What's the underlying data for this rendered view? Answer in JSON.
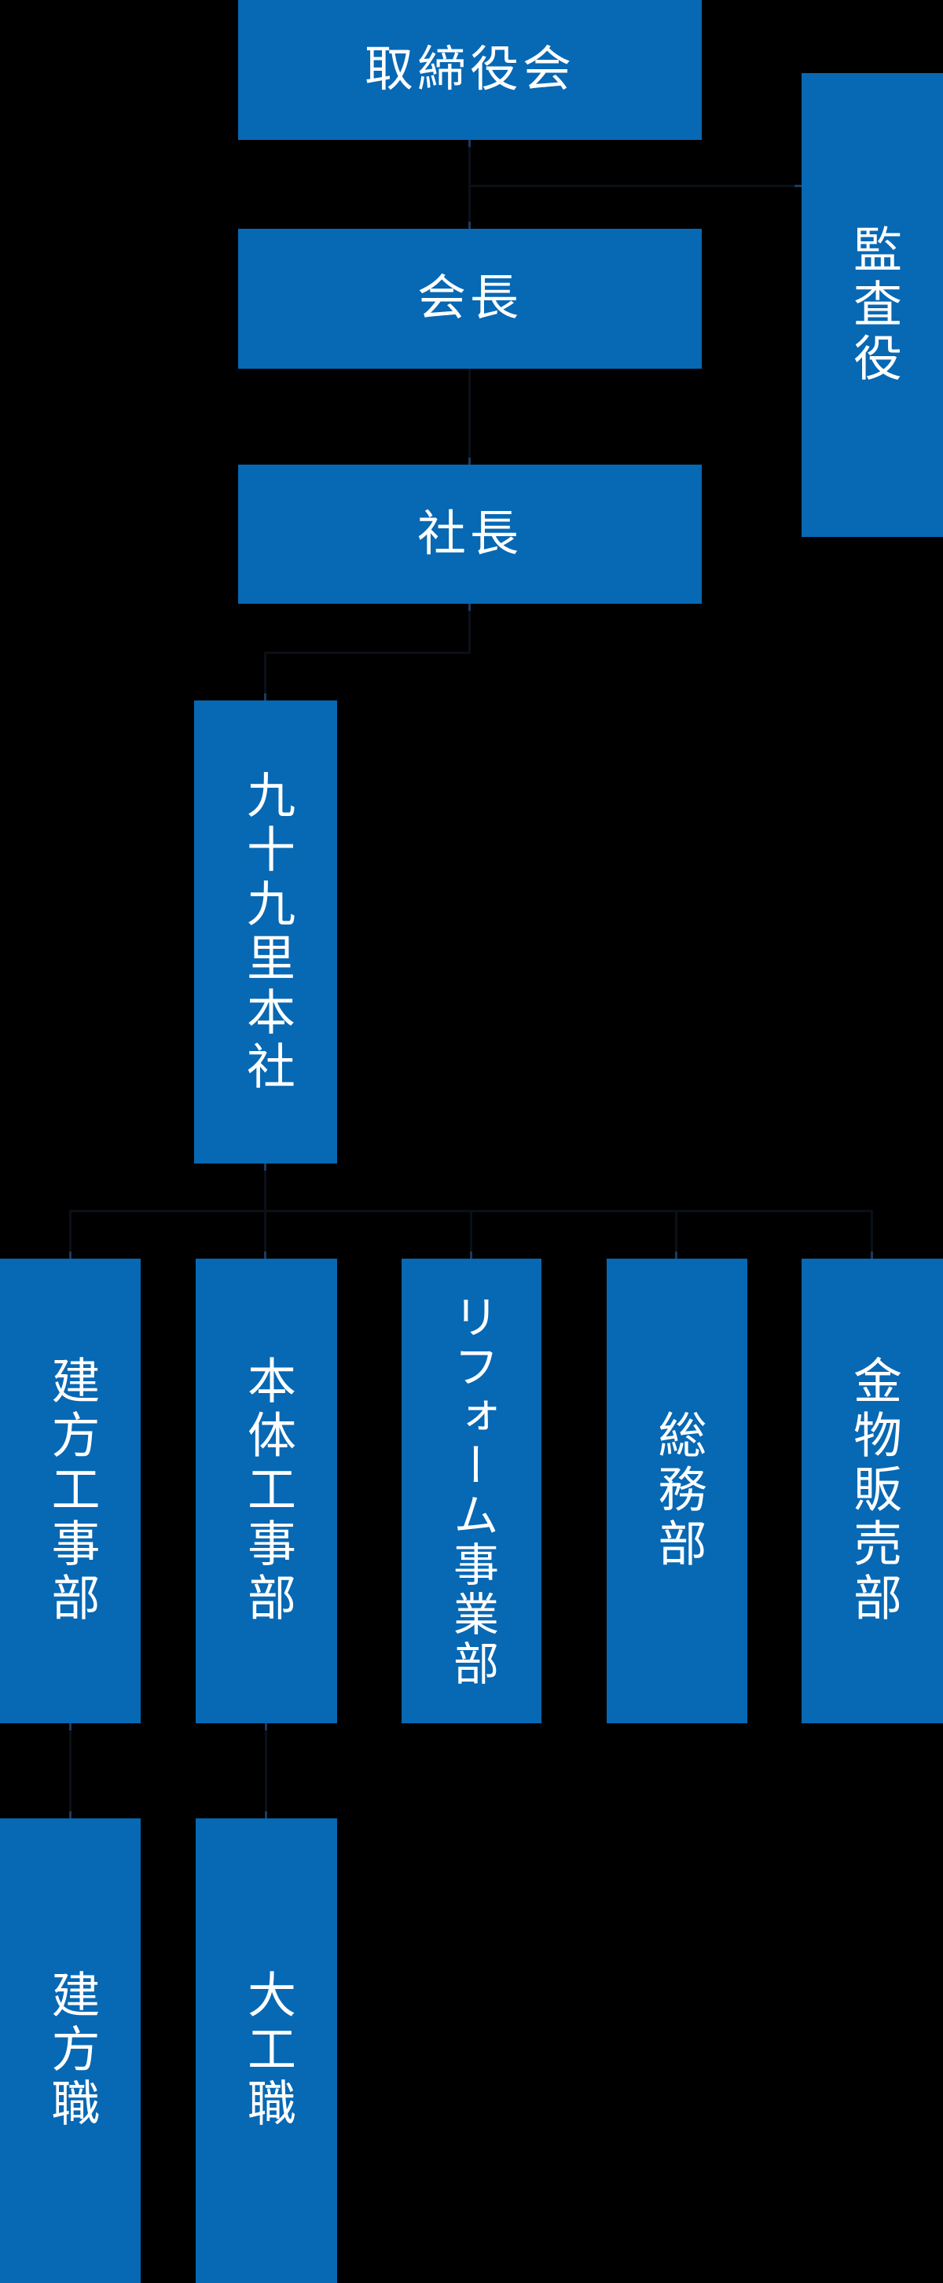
{
  "org_chart": {
    "type": "organization-chart",
    "colors": {
      "bg-color": "#000000",
      "box-color": "#0768B4",
      "text-color": "#FFFFFF"
    },
    "nodes": {
      "board": {
        "label": "取締役会",
        "level": 1
      },
      "auditor": {
        "label": "監査役",
        "level": 1
      },
      "chairman": {
        "label": "会長",
        "level": 2
      },
      "president": {
        "label": "社長",
        "level": 3
      },
      "headquarters": {
        "label": "九十九里本社",
        "level": 4
      },
      "dept_tatekata": {
        "label": "建方工事部",
        "level": 5
      },
      "dept_hontai": {
        "label": "本体工事部",
        "level": 5
      },
      "dept_reform": {
        "label": "リフォーム事業部",
        "level": 5
      },
      "dept_soumu": {
        "label": "総務部",
        "level": 5
      },
      "dept_kanamono": {
        "label": "金物販売部",
        "level": 5
      },
      "staff_tatekata": {
        "label": "建方職",
        "level": 6
      },
      "staff_daiku": {
        "label": "大工職",
        "level": 6
      }
    }
  }
}
